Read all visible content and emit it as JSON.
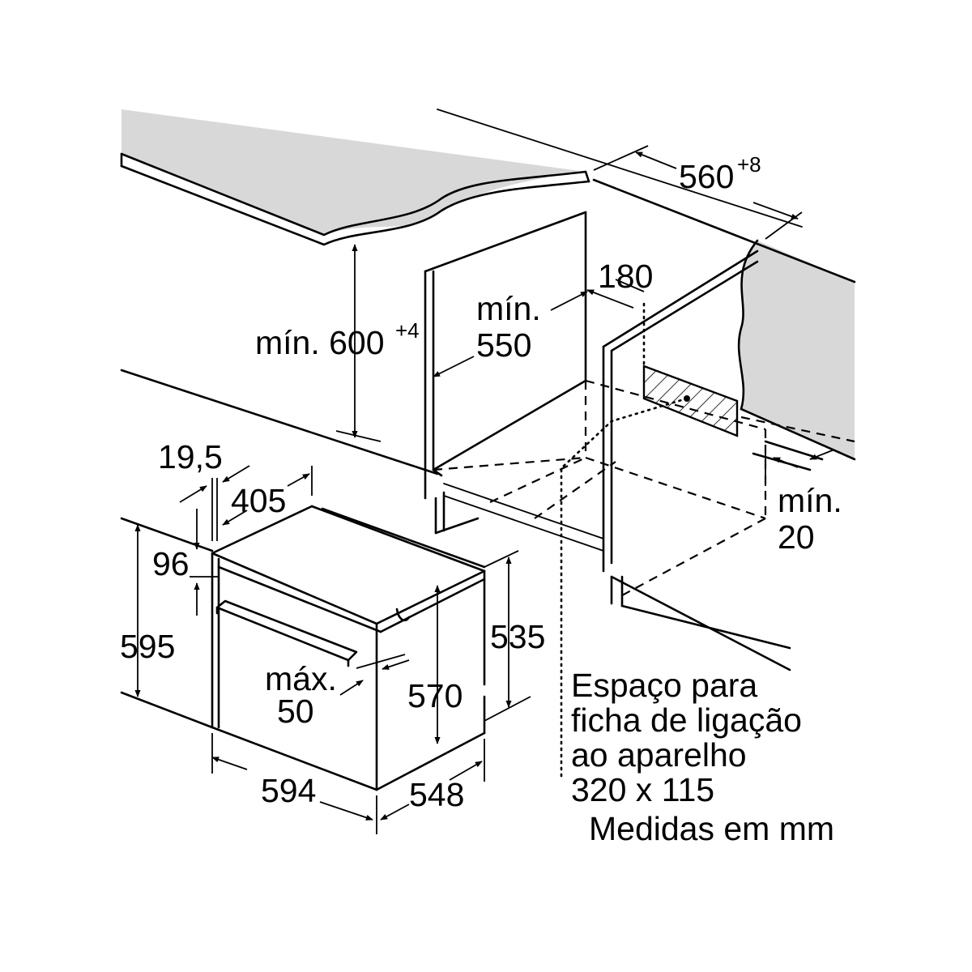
{
  "labels": {
    "width_niche": "560",
    "width_niche_tol": "+8",
    "min_label_1": "mín.",
    "depth_550": "550",
    "clearance_180": "180",
    "height_niche": "mín. 600",
    "height_niche_tol": "+4",
    "min_label_2": "mín.",
    "gap_20": "20",
    "front_19_5": "19,5",
    "top_405": "405",
    "front_96": "96",
    "height_595": "595",
    "max_label": "máx.",
    "handle_50": "50",
    "depth_535": "535",
    "depth_570": "570",
    "width_594": "594",
    "depth_548": "548"
  },
  "note": {
    "line1": "Espaço para",
    "line2": "ficha de ligação",
    "line3": "ao aparelho",
    "line4": "320 x 115",
    "units": "Medidas em mm"
  }
}
